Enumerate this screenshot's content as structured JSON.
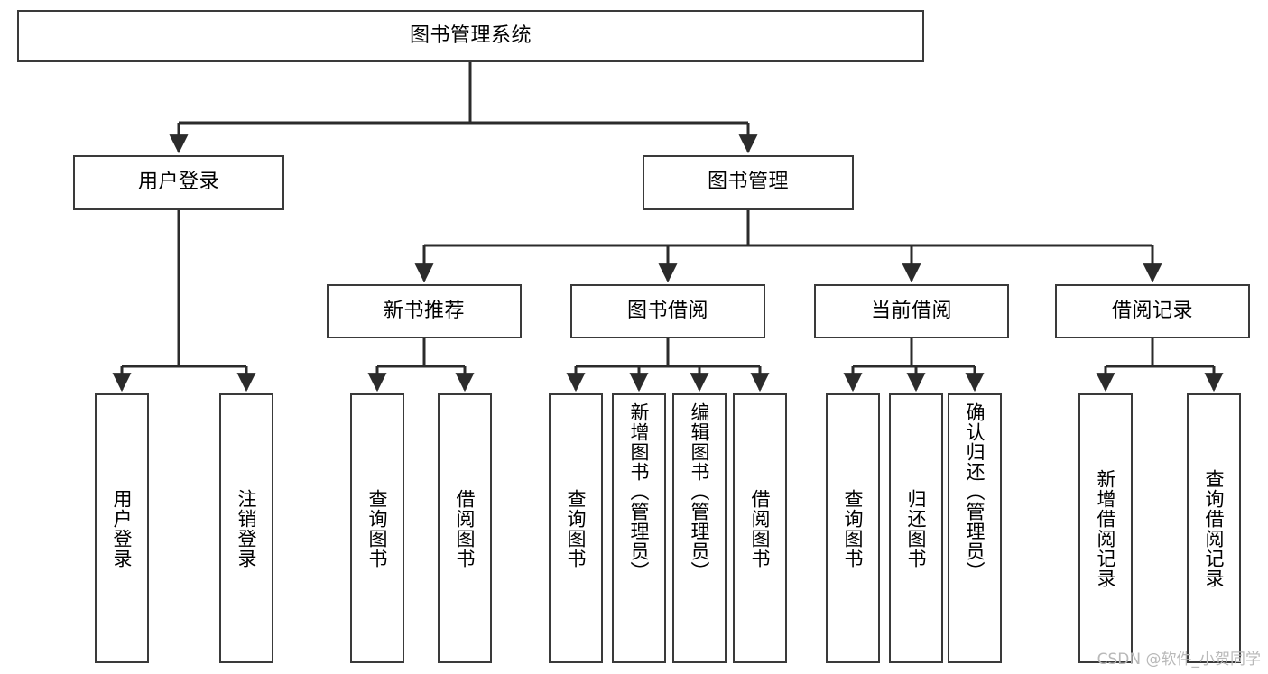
{
  "diagram": {
    "title": "图书管理系统",
    "type": "hierarchy-tree",
    "watermark": "CSDN @软件_小贺同学",
    "colors": {
      "box_border": "#3a3a3a",
      "box_fill": "#ffffff",
      "connector": "#2b2b2b",
      "text": "#000000",
      "watermark": "#b9b9b9"
    },
    "levels": {
      "root": {
        "label": "图书管理系统"
      },
      "level2": [
        {
          "id": "user-login",
          "label": "用户登录"
        },
        {
          "id": "book-manage",
          "label": "图书管理"
        }
      ],
      "level3": [
        {
          "id": "new-book-rec",
          "label": "新书推荐",
          "parent": "book-manage"
        },
        {
          "id": "book-borrow",
          "label": "图书借阅",
          "parent": "book-manage"
        },
        {
          "id": "current-borrow",
          "label": "当前借阅",
          "parent": "book-manage"
        },
        {
          "id": "borrow-record",
          "label": "借阅记录",
          "parent": "book-manage"
        }
      ],
      "leaves": [
        {
          "id": "leaf-user-login",
          "label": "用户登录",
          "parent": "user-login"
        },
        {
          "id": "leaf-logout",
          "label": "注销登录",
          "parent": "user-login"
        },
        {
          "id": "leaf-query-book-1",
          "label": "查询图书",
          "parent": "new-book-rec"
        },
        {
          "id": "leaf-borrow-book-1",
          "label": "借阅图书",
          "parent": "new-book-rec"
        },
        {
          "id": "leaf-query-book-2",
          "label": "查询图书",
          "parent": "book-borrow"
        },
        {
          "id": "leaf-add-book",
          "label": "新增图书（管理员）",
          "parent": "book-borrow"
        },
        {
          "id": "leaf-edit-book",
          "label": "编辑图书（管理员）",
          "parent": "book-borrow"
        },
        {
          "id": "leaf-borrow-book-2",
          "label": "借阅图书",
          "parent": "book-borrow"
        },
        {
          "id": "leaf-query-book-3",
          "label": "查询图书",
          "parent": "current-borrow"
        },
        {
          "id": "leaf-return-book",
          "label": "归还图书",
          "parent": "current-borrow"
        },
        {
          "id": "leaf-confirm-return",
          "label": "确认归还（管理员）",
          "parent": "current-borrow"
        },
        {
          "id": "leaf-add-record",
          "label": "新增借阅记录",
          "parent": "borrow-record"
        },
        {
          "id": "leaf-query-record",
          "label": "查询借阅记录",
          "parent": "borrow-record"
        }
      ]
    }
  }
}
